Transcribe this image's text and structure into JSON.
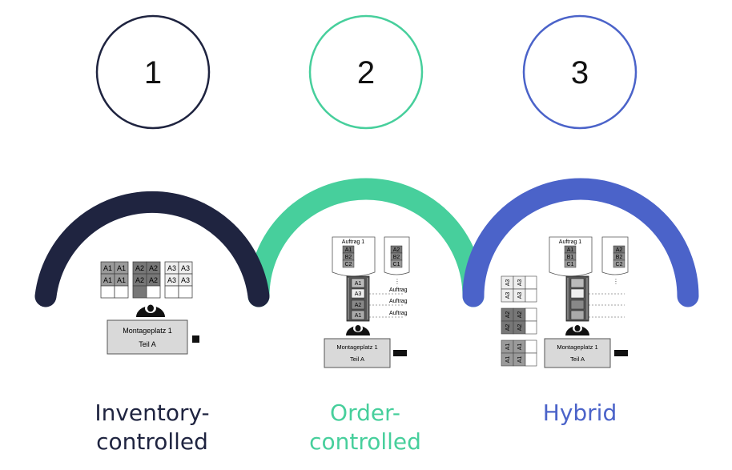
{
  "colors": {
    "navy": "#1f2440",
    "green": "#47cf9c",
    "blue": "#4b63c9"
  },
  "steps": [
    {
      "number": "1",
      "title": "Inventory-\ncontrolled"
    },
    {
      "number": "2",
      "title": "Order-\ncontrolled"
    },
    {
      "number": "3",
      "title": "Hybrid"
    }
  ],
  "illustration": {
    "station_label": "Montageplatz 1",
    "part_label": "Teil A",
    "order_label": "Auftrag 1",
    "order_short": "Auftrag",
    "bins_inventory": [
      [
        "A1",
        "A1",
        "A2",
        "A2",
        "A3",
        "A3"
      ],
      [
        "A1",
        "A1",
        "A2",
        "A2",
        "A3",
        "A3"
      ]
    ],
    "order1_items": [
      "A1",
      "B2",
      "C2"
    ],
    "order2_items": [
      "A2",
      "B2",
      "C1"
    ],
    "conveyor_items": [
      "A1",
      "A3",
      "A2",
      "A1"
    ],
    "hybrid_order1_items": [
      "A1",
      "B1",
      "C1"
    ],
    "hybrid_order2_items": [
      "A2",
      "B2",
      "C2"
    ],
    "hybrid_shelf_top": [
      "A3",
      "A3",
      "A3",
      "A3"
    ],
    "hybrid_shelf_mid": [
      "A2",
      "A2",
      "A2",
      "A2"
    ],
    "hybrid_shelf_bot": [
      "A1",
      "A1",
      "A1",
      "A1"
    ]
  }
}
